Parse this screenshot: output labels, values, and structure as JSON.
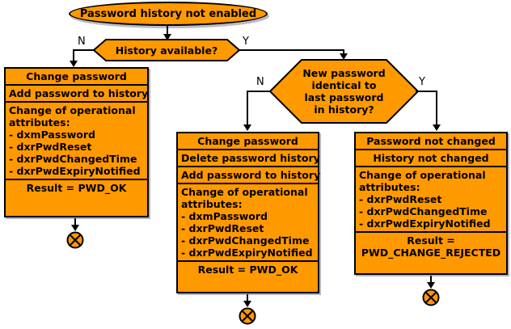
{
  "diagram": {
    "title": "Password history not enabled",
    "colors": {
      "node_fill": "#FF9900",
      "node_stroke": "#000000",
      "background": "#FFFFFF",
      "text": "#000000"
    },
    "start": {
      "label": "Password history not enabled",
      "shape": "ellipse"
    },
    "decision_1": {
      "label_lines": [
        "History available?"
      ],
      "shape": "hexagon",
      "branch_no": "N",
      "branch_yes": "Y"
    },
    "decision_2": {
      "label_lines": [
        "New password",
        "identical to",
        "last password",
        "in history?"
      ],
      "shape": "hexagon",
      "branch_no": "N",
      "branch_yes": "Y"
    },
    "box_left": {
      "rows": [
        {
          "type": "center",
          "text": "Change password"
        },
        {
          "type": "center",
          "text": "Add password to history"
        },
        {
          "type": "list",
          "lines": [
            "Change of operational",
            "attributes:",
            "- dxmPassword",
            "- dxrPwdReset",
            "- dxrPwdChangedTime",
            "- dxrPwdExpiryNotified"
          ]
        },
        {
          "type": "center",
          "text": "Result = PWD_OK"
        }
      ]
    },
    "box_middle": {
      "rows": [
        {
          "type": "center",
          "text": "Change password"
        },
        {
          "type": "center",
          "text": "Delete password history"
        },
        {
          "type": "center",
          "text": "Add password to history"
        },
        {
          "type": "list",
          "lines": [
            "Change of operational",
            "attributes:",
            "- dxmPassword",
            "- dxrPwdReset",
            "- dxrPwdChangedTime",
            "- dxrPwdExpiryNotified"
          ]
        },
        {
          "type": "center",
          "text": "Result = PWD_OK"
        }
      ]
    },
    "box_right": {
      "rows": [
        {
          "type": "center",
          "text": "Password not changed"
        },
        {
          "type": "center",
          "text": "History not changed"
        },
        {
          "type": "list",
          "lines": [
            "Change of operational",
            "attributes:",
            "- dxrPwdReset",
            "- dxrPwdChangedTime",
            "- dxrPwdExpiryNotified"
          ]
        },
        {
          "type": "center",
          "lines": [
            "Result =",
            "PWD_CHANGE_REJECTED"
          ]
        }
      ]
    },
    "end_nodes": {
      "symbol": "circle-with-x",
      "count": 3
    }
  }
}
